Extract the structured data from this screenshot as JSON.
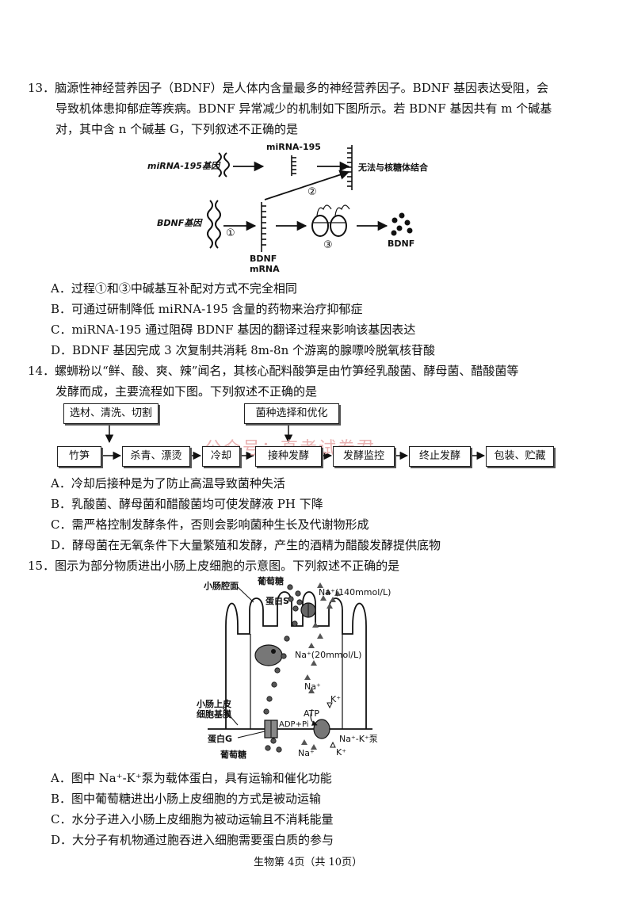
{
  "q13": {
    "line1": "13．脑源性神经营养因子（BDNF）是人体内含量最多的神经营养因子。BDNF 基因表达受阻，会",
    "line2": "导致机体患抑郁症等疾病。BDNF 异常减少的机制如下图所示。若 BDNF 基因共有 m 个碱基",
    "line3": "对，其中含 n 个碱基 G，下列叙述不正确的是",
    "diagram": {
      "mirna_gene": "miRNA-195基因",
      "mirna": "miRNA-195",
      "no_bind": "无法与核糖体结合",
      "step2": "②",
      "bdnf_gene": "BDNF基因",
      "step1": "①",
      "step3": "③",
      "bdnf_mrna_1": "BDNF",
      "bdnf_mrna_2": "mRNA",
      "bdnf": "BDNF"
    },
    "options": [
      "A．过程①和③中碱基互补配对方式不完全相同",
      "B．可通过研制降低 miRNA-195 含量的药物来治疗抑郁症",
      "C．miRNA-195 通过阻碍 BDNF 基因的翻译过程来影响该基因表达",
      "D．BDNF 基因完成 3 次复制共消耗 8m-8n 个游离的腺嘌呤脱氧核苷酸"
    ]
  },
  "q14": {
    "line1": "14．螺蛳粉以“鲜、酸、爽、辣”闻名，其核心配料酸笋是由竹笋经乳酸菌、酵母菌、醋酸菌等",
    "line2": "发酵而成，主要流程如下图。下列叙述不正确的是",
    "flow_top": [
      "选材、清洗、切割",
      "菌种选择和优化"
    ],
    "flow_steps": [
      "竹笋",
      "杀青、漂烫",
      "冷却",
      "接种发酵",
      "发酵监控",
      "终止发酵",
      "包装、贮藏"
    ],
    "watermark": "公众号：高考试卷君",
    "options": [
      "A．冷却后接种是为了防止高温导致菌种失活",
      "B．乳酸菌、酵母菌和醋酸菌均可使发酵液 PH 下降",
      "C．需严格控制发酵条件，否则会影响菌种生长及代谢物形成",
      "D．酵母菌在无氧条件下大量繁殖和发酵，产生的酒精为醋酸发酵提供底物"
    ]
  },
  "q15": {
    "line1": "15．图示为部分物质进出小肠上皮细胞的示意图。下列叙述不正确的是",
    "diagram": {
      "lumen": "小肠腔面",
      "glucose_top": "葡萄糖",
      "protein_s": "蛋白S",
      "na_140": "Na⁺(140mmol/L)",
      "na_20": "Na⁺(20mmol/L)",
      "na": "Na⁺",
      "k": "K⁺",
      "atp": "ATP",
      "adp": "ADP+Pi",
      "basement_1": "小肠上皮",
      "basement_2": "细胞基膜",
      "protein_g": "蛋白G",
      "glucose_bottom": "葡萄糖",
      "na_k_pump": "Na⁺-K⁺泵",
      "na_bottom": "Na⁺",
      "k_bottom": "K⁺"
    },
    "options": [
      "A．图中 Na⁺-K⁺泵为载体蛋白，具有运输和催化功能",
      "B．图中葡萄糖进出小肠上皮细胞的方式是被动运输",
      "C．水分子进入小肠上皮细胞为被动运输且不消耗能量",
      "D．大分子有机物通过胞吞进入细胞需要蛋白质的参与"
    ]
  },
  "footer": "生物第 4页（共 10页）"
}
